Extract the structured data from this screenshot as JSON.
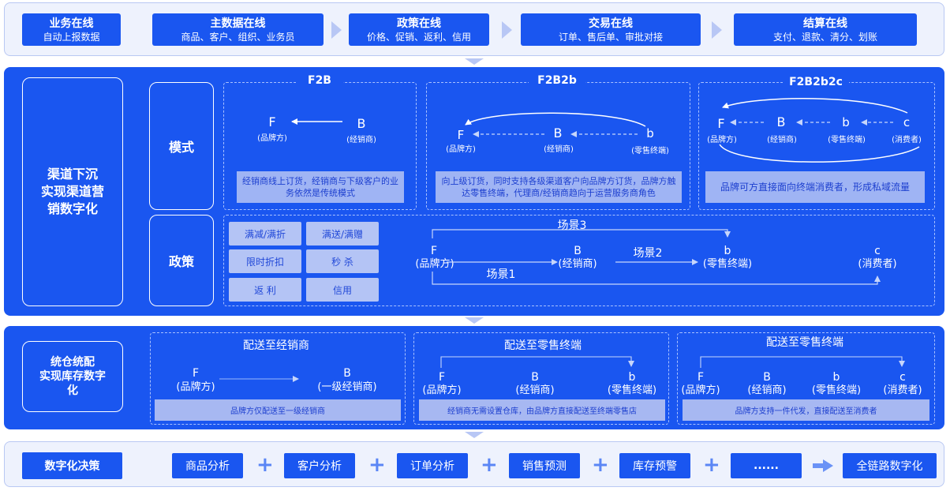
{
  "top": {
    "stages": [
      {
        "title": "业务在线",
        "sub": "自动上报数据"
      },
      {
        "title": "主数据在线",
        "sub": "商品、客户、组织、业务员"
      },
      {
        "title": "政策在线",
        "sub": "价格、促销、返利、信用"
      },
      {
        "title": "交易在线",
        "sub": "订单、售后单、审批对接"
      },
      {
        "title": "结算在线",
        "sub": "支付、退款、清分、划账"
      }
    ]
  },
  "channel": {
    "side_title": "渠道下沉\n实现渠道营\n销数字化",
    "mode_label": "模式",
    "policy_label": "政策",
    "f2b": {
      "title": "F2B",
      "F": "F",
      "F_sub": "(品牌方)",
      "B": "B",
      "B_sub": "(经销商)",
      "note": "经销商线上订货，经销商与下级客户的业务依然是传统模式"
    },
    "f2b2b": {
      "title": "F2B2b",
      "F": "F",
      "F_sub": "(品牌方)",
      "B": "B",
      "B_sub": "(经销商)",
      "b": "b",
      "b_sub": "(零售终端)",
      "note": "向上级订货，同时支持各级渠道客户向品牌方订货，品牌方触达零售终端，代理商/经销商趋向于运营服务商角色"
    },
    "f2b2b2c": {
      "title": "F2B2b2c",
      "F": "F",
      "F_sub": "(品牌方)",
      "B": "B",
      "B_sub": "(经销商)",
      "b": "b",
      "b_sub": "(零售终端)",
      "c": "c",
      "c_sub": "(消费者)",
      "note": "品牌可方直接面向终端消费者，形成私域流量"
    },
    "policies": [
      "满减/满折",
      "满送/满赠",
      "限时折扣",
      "秒 杀",
      "返 利",
      "信用"
    ],
    "scenes": {
      "F": "F",
      "F_sub": "(品牌方)",
      "B": "B",
      "B_sub": "(经销商)",
      "b": "b",
      "b_sub": "(零售终端)",
      "c": "c",
      "c_sub": "(消费者)",
      "s1": "场景1",
      "s2": "场景2",
      "s3": "场景3"
    }
  },
  "warehouse": {
    "side_title": "统仓统配\n实现库存数字\n化",
    "d1": {
      "title": "配送至经销商",
      "F": "F",
      "F_sub": "(品牌方)",
      "B": "B",
      "B_sub": "(一级经销商)",
      "note": "品牌方仅配送至一级经销商"
    },
    "d2": {
      "title": "配送至零售终端",
      "F": "F",
      "F_sub": "(品牌方)",
      "B": "B",
      "B_sub": "(经销商)",
      "b": "b",
      "b_sub": "(零售终端)",
      "note": "经销商无需设置仓库，由品牌方直接配送至终端零售店"
    },
    "d3": {
      "title": "配送至零售终端",
      "F": "F",
      "F_sub": "(品牌方)",
      "B": "B",
      "B_sub": "(经销商)",
      "b": "b",
      "b_sub": "(零售终端)",
      "c": "c",
      "c_sub": "(消费者)",
      "note": "品牌方支持一件代发，直接配送至消费者"
    }
  },
  "bottom": {
    "title": "数字化决策",
    "items": [
      "商品分析",
      "客户分析",
      "订单分析",
      "销售预测",
      "库存预警",
      "......"
    ],
    "plus": "+",
    "result": "全链路数字化"
  },
  "colors": {
    "primary": "#1a56f0",
    "light_panel": "#eef2fd",
    "note": "#9fb4f4",
    "arrow": "#b8c7f5"
  }
}
